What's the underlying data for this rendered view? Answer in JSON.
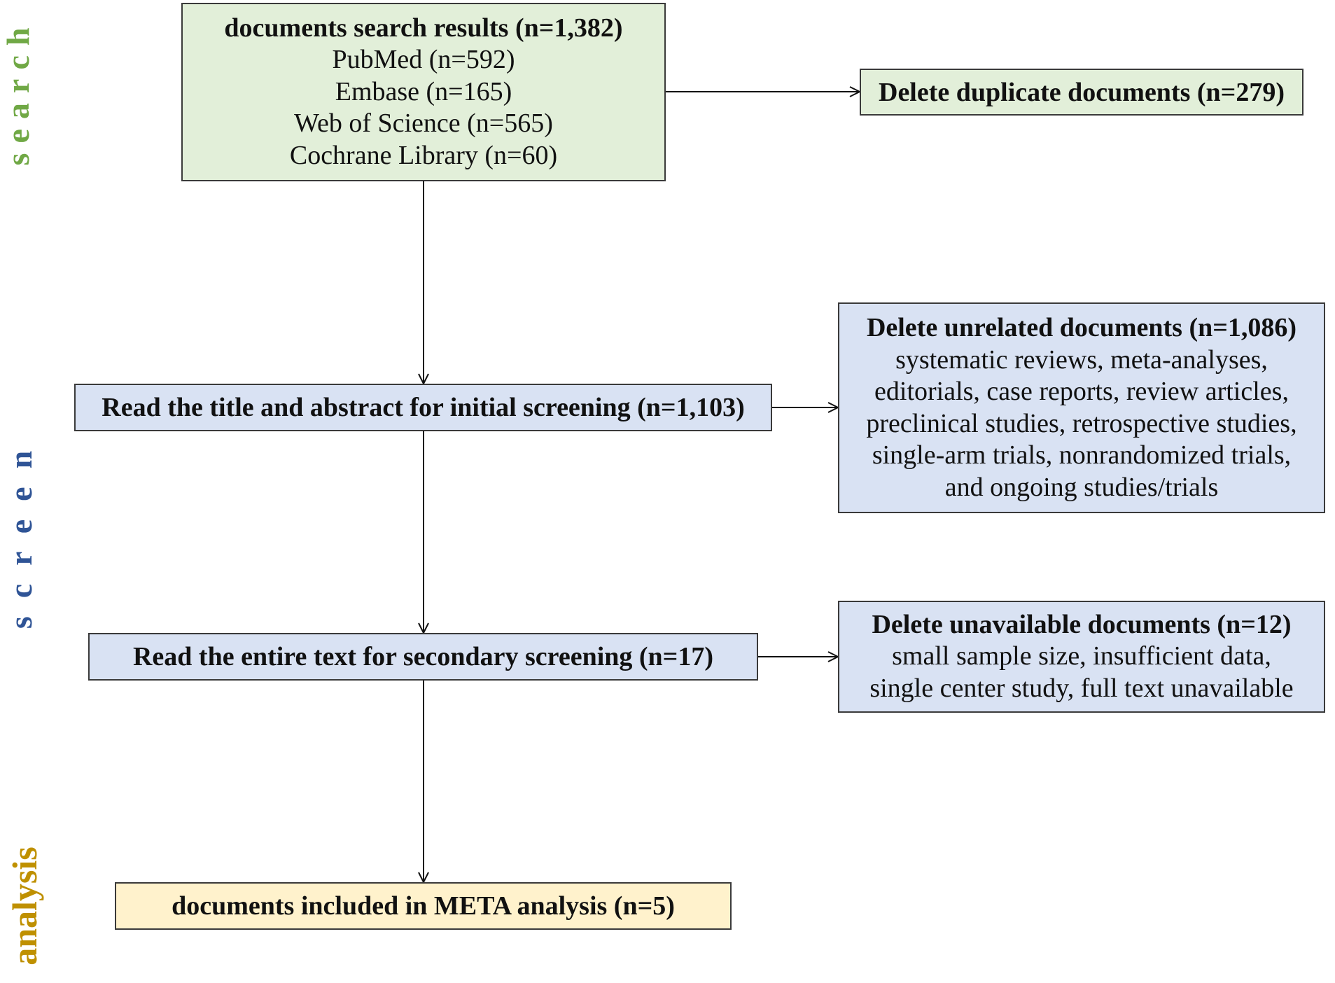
{
  "side_labels": {
    "search": {
      "text": "search",
      "color": "#70a845"
    },
    "screen": {
      "text": "screen",
      "color": "#2f5496"
    },
    "analysis": {
      "text": "analysis",
      "color": "#bf9000"
    }
  },
  "boxes": {
    "search_results": {
      "title": "documents search results (n=1,382)",
      "lines": [
        "PubMed  (n=592)",
        "Embase  (n=165)",
        "Web of Science  (n=565)",
        "Cochrane Library  (n=60)"
      ],
      "fill": "#e2efd9"
    },
    "duplicates": {
      "title": "Delete duplicate documents (n=279)",
      "fill": "#e2efd9"
    },
    "initial_screening": {
      "title": "Read the title and abstract for initial screening (n=1,103)",
      "fill": "#d9e2f3"
    },
    "unrelated": {
      "title": "Delete unrelated documents (n=1,086)",
      "lines": [
        "systematic reviews, meta-analyses,",
        "editorials, case reports, review articles,",
        "preclinical studies, retrospective studies,",
        "single-arm trials, nonrandomized trials,",
        "and ongoing studies/trials"
      ],
      "fill": "#d9e2f3"
    },
    "secondary_screening": {
      "title": "Read the entire text for secondary screening (n=17)",
      "fill": "#d9e2f3"
    },
    "unavailable": {
      "title": "Delete unavailable documents (n=12)",
      "lines": [
        "small sample size, insufficient data,",
        "single center study, full text unavailable"
      ],
      "fill": "#d9e2f3"
    },
    "included": {
      "title": "documents included in META analysis (n=5)",
      "fill": "#fff2cc"
    }
  }
}
